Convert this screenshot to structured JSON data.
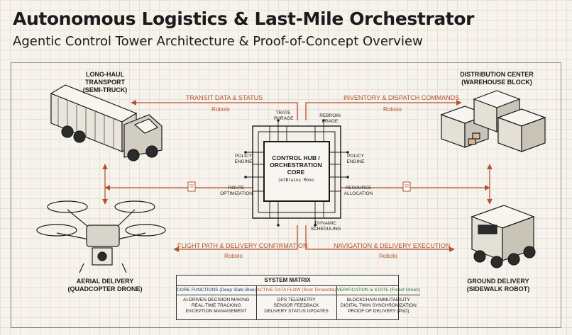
{
  "title": "Autonomous Logistics & Last-Mile Orchestrator",
  "subtitle": "Agentic Control Tower Architecture & Proof-of-Concept Overview",
  "nodes": {
    "truck": "LONG-HAUL TRANSPORT\n(SEMI-TRUCK)",
    "warehouse": "DISTRIBUTION CENTER\n(WAREHOUSE BLOCK)",
    "drone": "AERIAL DELIVERY\n(QUADCOPTER DRONE)",
    "robot": "GROUND DELIVERY\n(SIDEWALK ROBOT)"
  },
  "flows": {
    "top_left": "TRANSIT DATA & STATUS",
    "top_right": "INVENTORY & DISPATCH COMMANDS",
    "bottom_left": "FLIGHT PATH & DELIVERY CONFIRMATION",
    "bottom_right": "NAVIGATION & DELIVERY EXECUTION"
  },
  "font_tags": {
    "tl": "Roboto",
    "tr": "Roboto",
    "bl": "Roboto",
    "br": "Roboto"
  },
  "hub": {
    "title": "CONTROL HUB /\nORCHESTRATION\nCORE",
    "font_tag": "JetBrains Mono"
  },
  "modules": {
    "trate_phrage": "TRATE\nPHRAGE",
    "rebroin_frage": "REBROIN FRAGE",
    "policy_left": "POLICY\nENGINE",
    "policy_right": "POLICY\nENGINE",
    "route": "ROUTE\nOPTIMIZATION",
    "resource": "RESOURCE\nALLOCATION",
    "dynamic": "DYNAMIC\nSCHEDULING"
  },
  "matrix": {
    "title": "SYSTEM MATRIX",
    "columns": [
      {
        "header": "CORE FUNCTIONS (Deep Slate Blue)",
        "color": "#1e3c66",
        "items": [
          "AI-DRIVEN DECISION MAKING",
          "REAL-TIME TRACKING",
          "EXCEPTION MANAGEMENT"
        ]
      },
      {
        "header": "ACTIVE DATA FLOW (Rust Terracotta)",
        "color": "#b5522e",
        "items": [
          "GPS TELEMETRY",
          "SENSOR FEEDBACK",
          "DELIVERY STATUS UPDATES"
        ]
      },
      {
        "header": "VERIFICATION & STATE (Forest Green)",
        "color": "#2f6b35",
        "items": [
          "BLOCKCHAIN IMMUTABILITY",
          "DIGITAL TWIN SYNCHRONIZATION",
          "PROOF OF DELIVERY (PoD)"
        ]
      }
    ]
  },
  "colors": {
    "accent": "#b5522e",
    "ink": "#1b1b1b",
    "paper": "#f6f3ec"
  }
}
